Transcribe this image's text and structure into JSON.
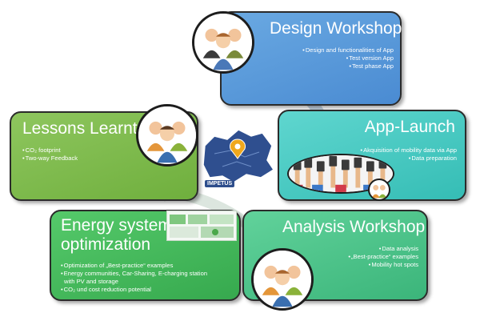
{
  "design": {
    "title": "Design Workshop",
    "items": [
      "Design and functionalities of App",
      "Test version App",
      "Test phase App"
    ]
  },
  "app_launch": {
    "title": "App-Launch",
    "items": [
      "Akquisition of mobility data via App",
      "Data preparation"
    ]
  },
  "lessons": {
    "title": "Lessons Learnt",
    "items": [
      "CO₂ footprint",
      "Two-way Feedback"
    ]
  },
  "energy": {
    "title_line1": "Energy system",
    "title_line2": "optimization",
    "items": [
      "Optimization of „Best-practice“ examples",
      "Energy communities, Car-Sharing, E-charging station",
      "with PV and storage",
      "CO₂ und cost reduction potential"
    ]
  },
  "analysis": {
    "title": "Analysis Workshop",
    "items": [
      "Data analysis",
      "„Best-practice“ examples",
      "Mobility hot spots"
    ]
  },
  "map": {
    "label": "IMPETUS"
  },
  "colors": {
    "design": "#4a8bd2",
    "app_launch": "#35bdb5",
    "lessons": "#6faf3d",
    "energy": "#36a94e",
    "analysis": "#3bb57a",
    "arrow": "#c8d6e2"
  },
  "icons": [
    "people-group-icon",
    "location-pin-icon",
    "city-map-icon",
    "raised-phones-crowd-icon"
  ]
}
